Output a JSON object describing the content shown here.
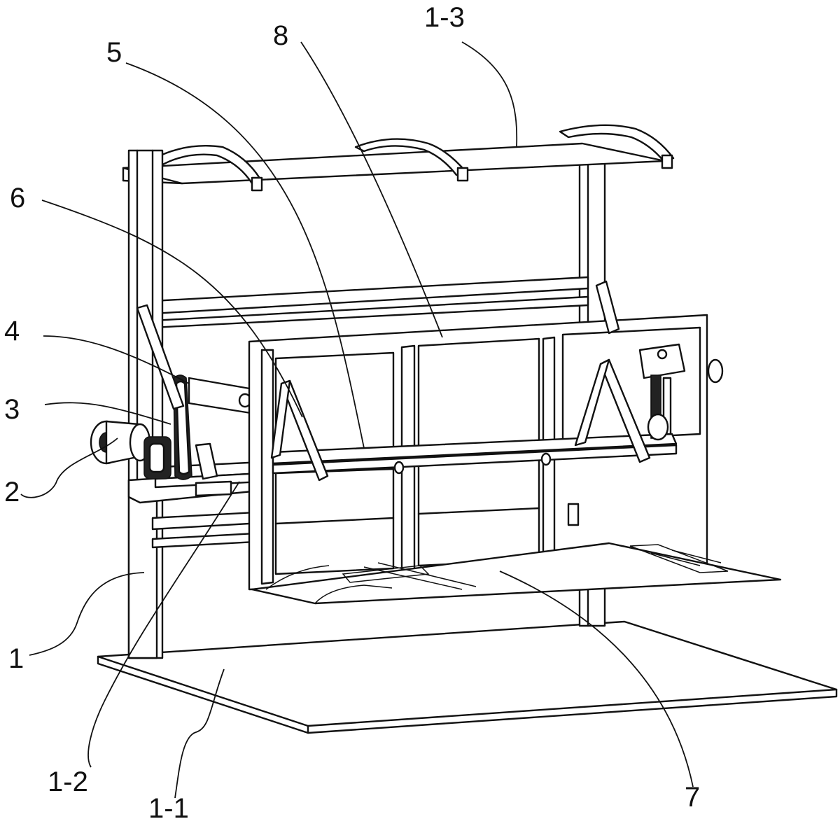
{
  "diagram": {
    "background": "#ffffff",
    "line_color": "#111111",
    "labels": [
      {
        "id": "1-3",
        "text": "1-3"
      },
      {
        "id": "8",
        "text": "8"
      },
      {
        "id": "5",
        "text": "5"
      },
      {
        "id": "6",
        "text": "6"
      },
      {
        "id": "4",
        "text": "4"
      },
      {
        "id": "3",
        "text": "3"
      },
      {
        "id": "2",
        "text": "2"
      },
      {
        "id": "1",
        "text": "1"
      },
      {
        "id": "1-2",
        "text": "1-2"
      },
      {
        "id": "1-1",
        "text": "1-1"
      },
      {
        "id": "7",
        "text": "7"
      }
    ]
  }
}
